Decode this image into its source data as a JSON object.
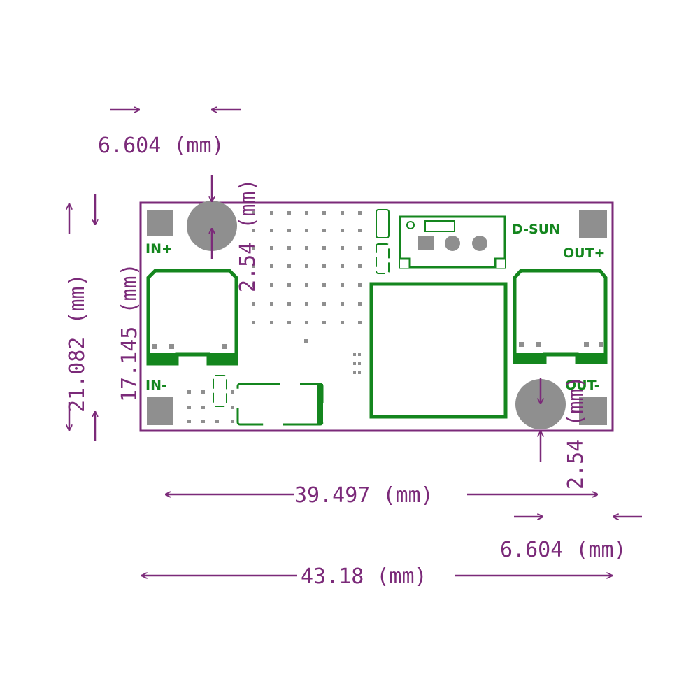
{
  "colors": {
    "board_outline": "#7b2a79",
    "dimension": "#7b2a79",
    "silkscreen": "#14861e",
    "pad": "#8f8f8f",
    "background": "#ffffff"
  },
  "board": {
    "brand": "D-SUN",
    "labels": {
      "in_plus": "IN+",
      "in_minus": "IN-",
      "out_plus": "OUT+",
      "out_minus": "OUT-"
    }
  },
  "dimensions": {
    "total_width": "43.18 (mm)",
    "hole_span": "39.497 (mm)",
    "top_hole_offset": "6.604 (mm)",
    "bottom_hole_offset": "6.604 (mm)",
    "total_height": "21.082 (mm)",
    "pad_span_height": "17.145 (mm)",
    "top_hole_diameter": "2.54 (mm)",
    "bottom_hole_diameter": "2.54 (mm)"
  }
}
